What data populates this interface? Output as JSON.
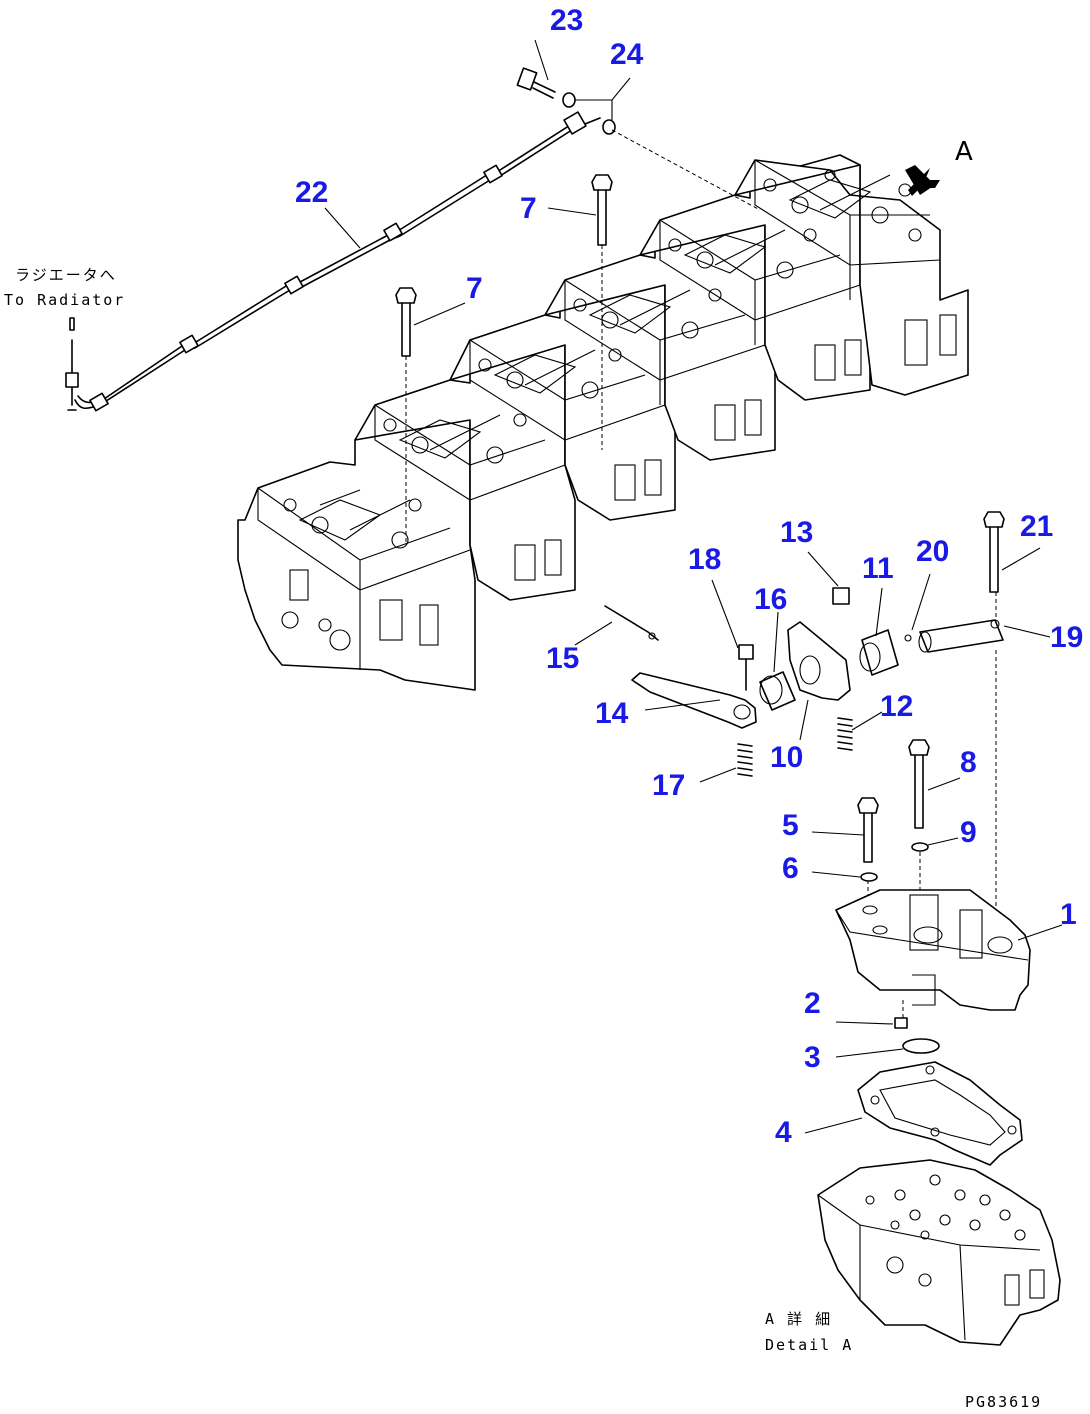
{
  "callouts": {
    "c1": "1",
    "c2": "2",
    "c3": "3",
    "c4": "4",
    "c5": "5",
    "c6": "6",
    "c7a": "7",
    "c7b": "7",
    "c8": "8",
    "c9": "9",
    "c10": "10",
    "c11": "11",
    "c12": "12",
    "c13": "13",
    "c14": "14",
    "c15": "15",
    "c16": "16",
    "c17": "17",
    "c18": "18",
    "c19": "19",
    "c20": "20",
    "c21": "21",
    "c22": "22",
    "c23": "23",
    "c24": "24"
  },
  "notes": {
    "radiator_jp": "ラジエータへ",
    "radiator_en": "To Radiator",
    "view_marker": "A",
    "detail_jp": "A 詳 細",
    "detail_en": "Detail A",
    "drawing_number": "PG83619"
  },
  "colors": {
    "callout": "#1a1ae6",
    "line": "#000000",
    "background": "#ffffff"
  },
  "icons": {
    "view_arrow": "view-direction-arrow-icon"
  }
}
